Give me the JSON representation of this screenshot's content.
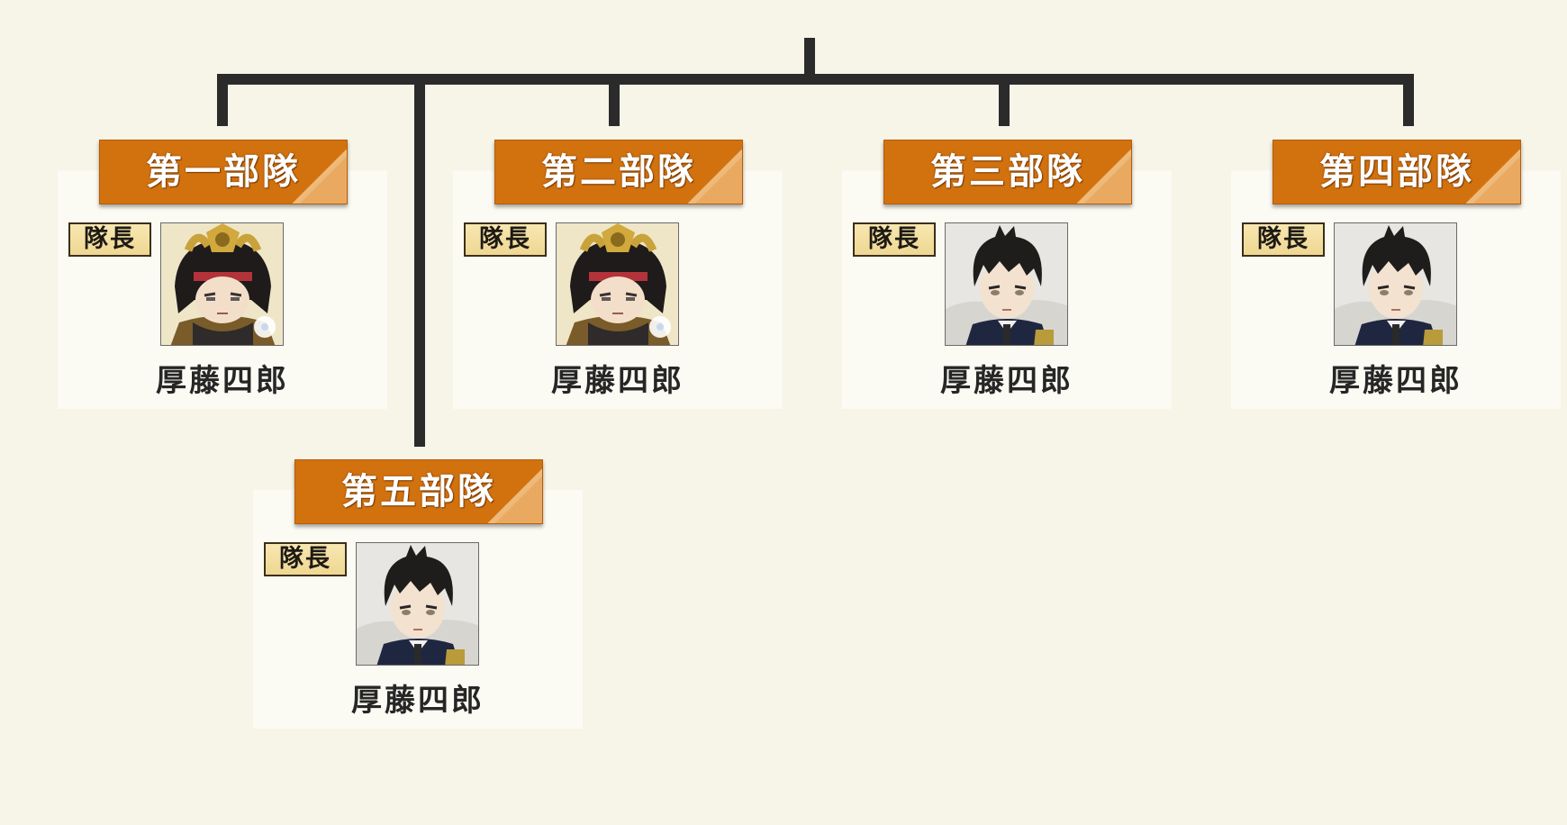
{
  "badge_label": "隊長",
  "units": [
    {
      "title": "第一部隊",
      "captain": {
        "name": "厚藤四郎",
        "portrait": "armored-samurai-helmet-portrait"
      }
    },
    {
      "title": "第二部隊",
      "captain": {
        "name": "厚藤四郎",
        "portrait": "armored-samurai-helmet-portrait"
      }
    },
    {
      "title": "第三部隊",
      "captain": {
        "name": "厚藤四郎",
        "portrait": "black-hair-uniform-portrait"
      }
    },
    {
      "title": "第四部隊",
      "captain": {
        "name": "厚藤四郎",
        "portrait": "black-hair-uniform-portrait"
      }
    },
    {
      "title": "第五部隊",
      "captain": {
        "name": "厚藤四郎",
        "portrait": "black-hair-uniform-portrait"
      }
    }
  ],
  "colors": {
    "background": "#f7f4e8",
    "header": "#d2720f",
    "badge": "#f3dfa0",
    "line": "#2b2b2b"
  }
}
